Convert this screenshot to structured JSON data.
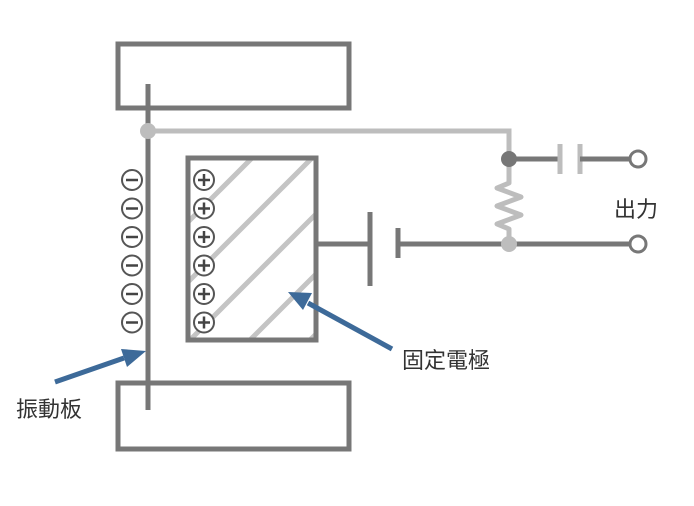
{
  "labels": {
    "output": "出力",
    "fixed_electrode": "固定電極",
    "diaphragm": "振動板"
  },
  "charges": {
    "diaphragm_sign": "−",
    "diaphragm_count": 6,
    "electrode_sign": "+",
    "electrode_count": 6
  },
  "colors": {
    "dark": "#777777",
    "light": "#bdbdbd",
    "arrow": "#3d6a99",
    "text": "#333333"
  }
}
